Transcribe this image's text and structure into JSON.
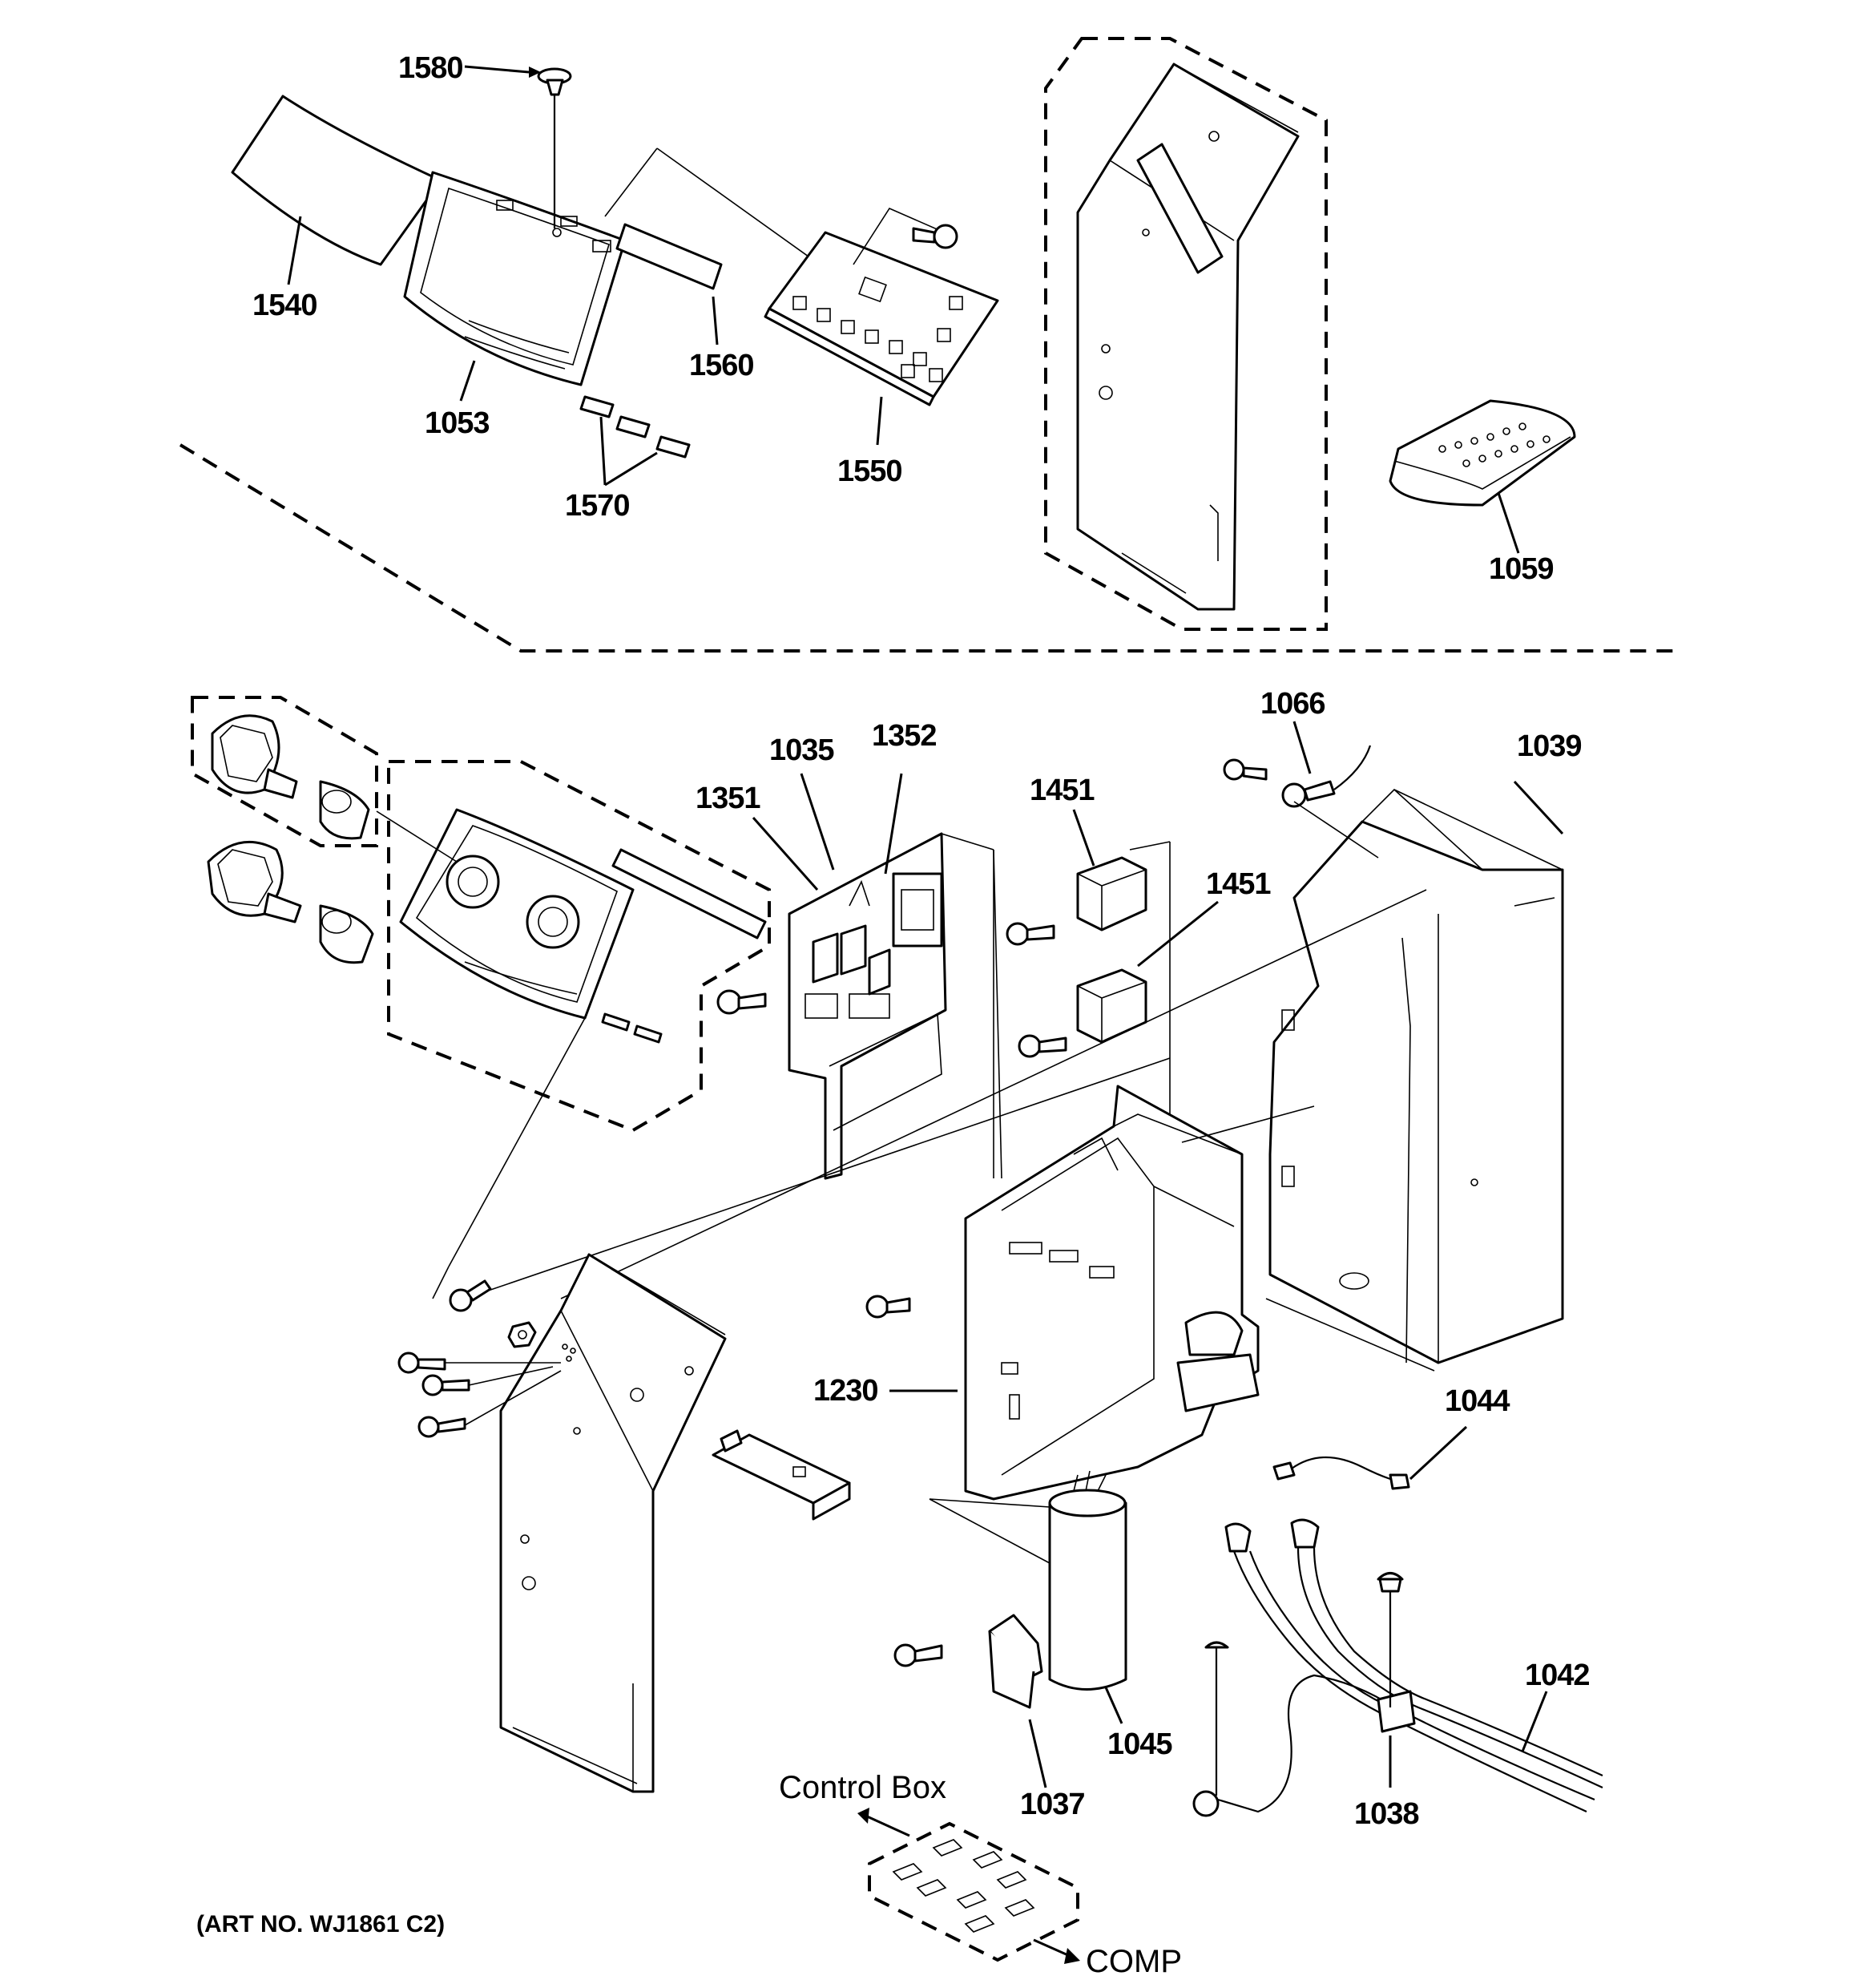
{
  "callouts": {
    "c1580": "1580",
    "c1540": "1540",
    "c1053": "1053",
    "c1560": "1560",
    "c1570": "1570",
    "c1550": "1550",
    "c1059": "1059",
    "c1066": "1066",
    "c1039": "1039",
    "c1035": "1035",
    "c1352": "1352",
    "c1351": "1351",
    "c1451a": "1451",
    "c1451b": "1451",
    "c1230": "1230",
    "c1044": "1044",
    "c1045": "1045",
    "c1037": "1037",
    "c1042": "1042",
    "c1038": "1038"
  },
  "text_labels": {
    "control_box": "Control Box",
    "comp": "COMP",
    "art_no": "(ART NO. WJ1861 C2)"
  }
}
